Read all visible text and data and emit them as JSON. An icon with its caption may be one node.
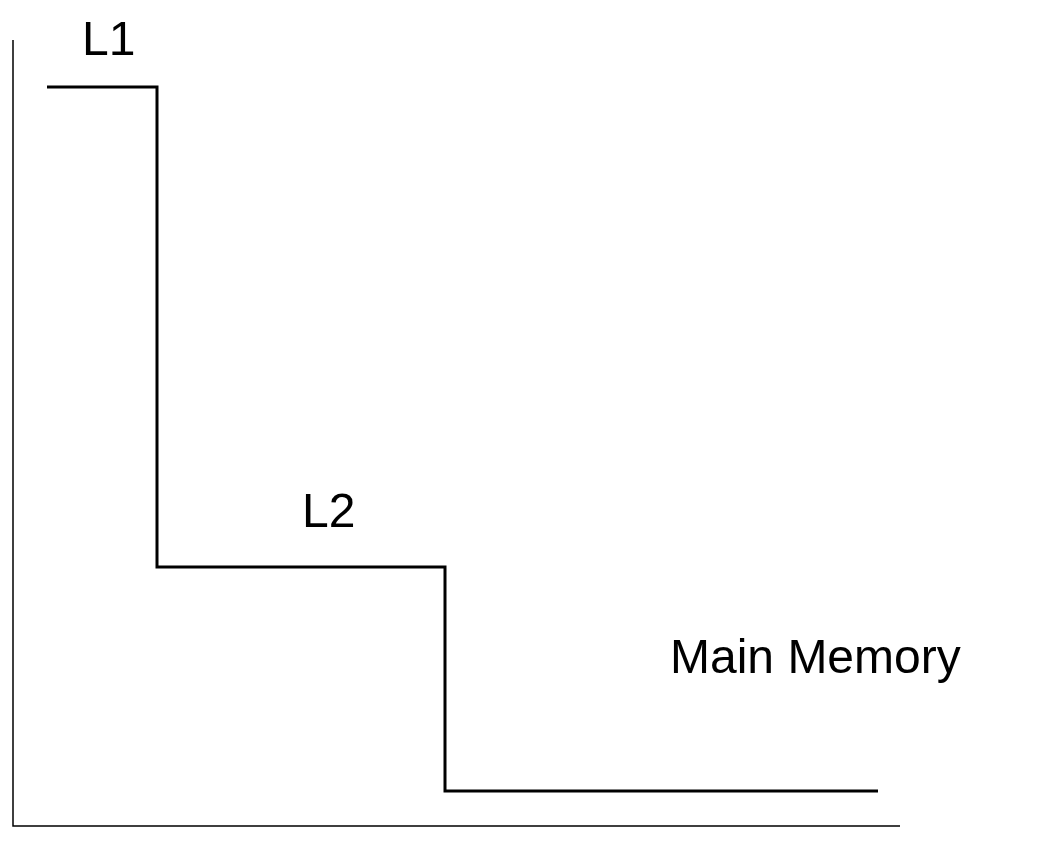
{
  "diagram": {
    "labels": [
      "L1",
      "L2",
      "Main Memory"
    ]
  }
}
